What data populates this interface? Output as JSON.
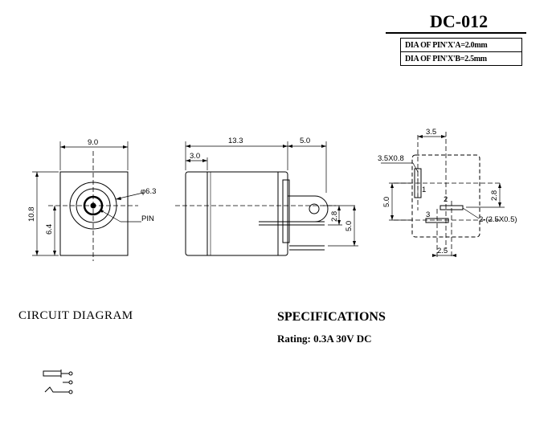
{
  "header": {
    "model": "DC-012",
    "pin_a": "DIA OF PIN'X'A=2.0mm",
    "pin_b": "DIA OF PIN'X'B=2.5mm"
  },
  "front_view": {
    "width": "9.0",
    "height": "10.8",
    "pin_height": "6.4",
    "bore": "φ6.3",
    "pin_label": "PIN"
  },
  "side_view": {
    "body_length": "13.3",
    "tab_length": "5.0",
    "step": "3.0",
    "pin_offset": "2.8",
    "pin_spacing": "5.0"
  },
  "pcb_view": {
    "top_width": "3.5",
    "slot1": "3.5X0.8",
    "label_1": "1",
    "label_2": "2",
    "label_3": "3",
    "height": "5.0",
    "right_dim": "2.8",
    "slot23": "2-(2.5X0.5)",
    "bottom_width": "2.5"
  },
  "sections": {
    "circuit": "CIRCUIT DIAGRAM",
    "specifications": "SPECIFICATIONS",
    "rating": "Rating: 0.3A 30V DC"
  }
}
